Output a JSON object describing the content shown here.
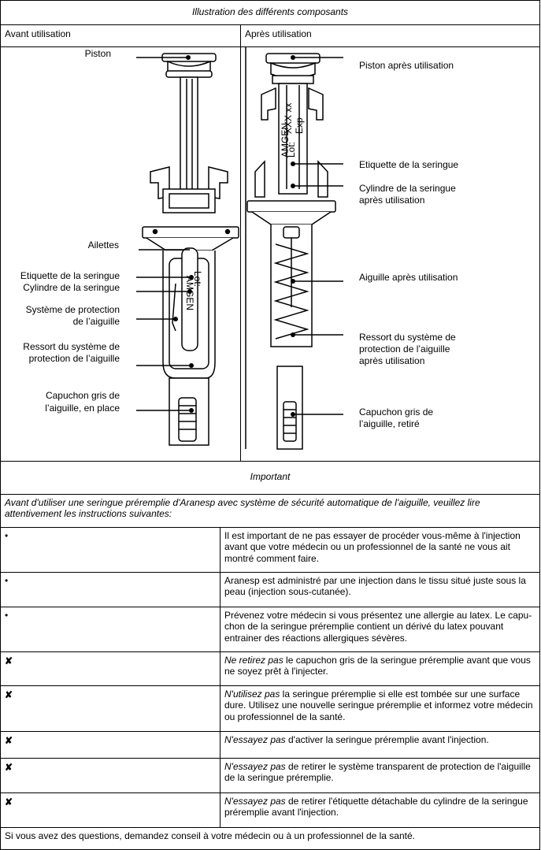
{
  "figure": {
    "title": "Illustration des différents composants",
    "before_heading": "Avant utilisation",
    "after_heading": "Après utilisation",
    "before_labels": {
      "piston": "Piston",
      "ailettes": "Ailettes",
      "etiquette": "Etiquette de la seringue",
      "cylindre": "Cylindre de la seringue",
      "systeme_1": "Système de protection",
      "systeme_2": "de l’aiguille",
      "ressort_1": "Ressort du système de",
      "ressort_2": "protection de l’aiguille",
      "capuchon_1": "Capuchon gris de",
      "capuchon_2": "l’aiguille, en place"
    },
    "after_labels": {
      "piston": "Piston après utilisation",
      "etiquette": "Etiquette de la seringue",
      "cylindre_1": "Cylindre de la seringue",
      "cylindre_2": "après utilisation",
      "aiguille": "Aiguille après utilisation",
      "ressort_1": "Ressort du système de",
      "ressort_2": "protection de l’aiguille",
      "ressort_3": "après utilisation",
      "capuchon_1": "Capuchon gris de",
      "capuchon_2": "l’aiguille, retiré"
    },
    "syringe_label_text": {
      "brand": "AMGEN",
      "lot": "Lot:",
      "exp": "Exp",
      "code": "XXX xx"
    }
  },
  "important": {
    "title": "Important",
    "intro": "Avant d'utiliser une seringue préremplie d'Aranesp avec système de sécurité automatique de l'aiguille, veuillez lire attentivement les instructions suivantes:",
    "rows": [
      {
        "marker": "•",
        "lead": "",
        "text": "Il est important de ne pas essayer de procéder vous-même à l'injection avant que votre médecin ou un professionnel de la santé ne vous ait montré comment faire."
      },
      {
        "marker": "•",
        "lead": "",
        "text": "Aranesp est administré par une injection dans le tissu situé juste sous la peau (injection sous-cutanée)."
      },
      {
        "marker": "•",
        "lead": "",
        "text": "Prévenez votre médecin si vous présentez une allergie au latex. Le capu-chon de la seringue préremplie contient un dérivé du latex pouvant entrainer des réactions allergiques sévères."
      },
      {
        "marker": "✘",
        "lead": "Ne retirez pas",
        "text": " le capuchon gris de la seringue préremplie avant que vous ne soyez prêt à l'injecter."
      },
      {
        "marker": "✘",
        "lead": "N'utilisez pas",
        "text": " la seringue préremplie si elle est tombée sur une surface dure. Utilisez une nouvelle seringue préremplie et informez votre médecin ou professionnel de la santé."
      },
      {
        "marker": "✘",
        "lead": "N'essayez pas",
        "text": " d'activer la seringue préremplie avant l'injection."
      },
      {
        "marker": "✘",
        "lead": "N'essayez pas",
        "text": " de retirer le système transparent de protection de l'aiguille de la seringue préremplie."
      },
      {
        "marker": "✘",
        "lead": "N'essayez pas",
        "text": " de retirer l'étiquette détachable du cylindre de la seringue préremplie avant l'injection."
      }
    ],
    "footer": "Si vous avez des questions, demandez conseil à votre médecin ou à un professionnel de la santé."
  }
}
